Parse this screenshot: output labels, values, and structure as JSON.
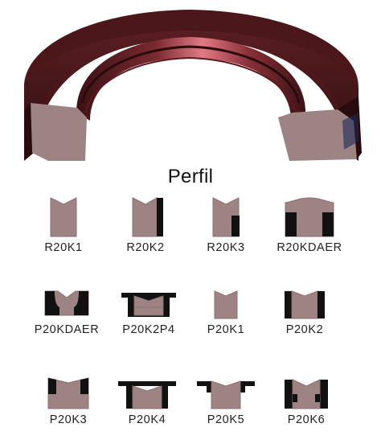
{
  "title": "Perfil",
  "profiles": [
    {
      "code": "R20K1"
    },
    {
      "code": "R20K2"
    },
    {
      "code": "R20K3"
    },
    {
      "code": "R20KDAER"
    },
    {
      "code": "P20KDAER"
    },
    {
      "code": "P20K2P4"
    },
    {
      "code": "P20K1"
    },
    {
      "code": "P20K2"
    },
    {
      "code": "P20K3"
    },
    {
      "code": "P20K4"
    },
    {
      "code": "P20K5"
    },
    {
      "code": "P20K6"
    }
  ],
  "colors": {
    "seal_body": "#9e8384",
    "seal_outline": "#8a7071",
    "black_ring": "#111111",
    "ring_dark": "#3a1416",
    "ring_mid": "#7a2a2e",
    "ring_highlight": "#d8707a"
  }
}
